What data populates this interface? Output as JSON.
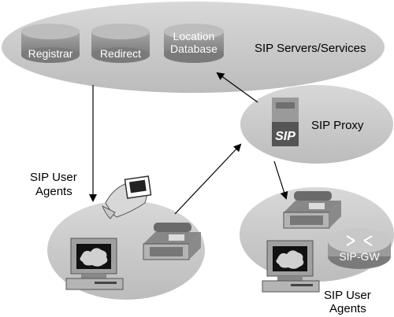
{
  "servers_cloud": {
    "label": "SIP Servers/Services",
    "databases": [
      {
        "name": "registrar-database",
        "label": "Registrar"
      },
      {
        "name": "redirect-database",
        "label": "Redirect"
      },
      {
        "name": "location-database",
        "label_line1": "Location",
        "label_line2": "Database"
      }
    ]
  },
  "proxy": {
    "label": "SIP Proxy",
    "server_logo": "SIP"
  },
  "left_agents": {
    "label_line1": "SIP User",
    "label_line2": "Agents"
  },
  "right_agents": {
    "label_line1": "SIP User",
    "label_line2": "Agents",
    "gateway_label": "SIP-GW"
  },
  "colors": {
    "cloud": "#c8c8c8",
    "database": "#8c8c8c",
    "device": "#b4b4b4",
    "monitor_body": "#a0a0a0"
  }
}
